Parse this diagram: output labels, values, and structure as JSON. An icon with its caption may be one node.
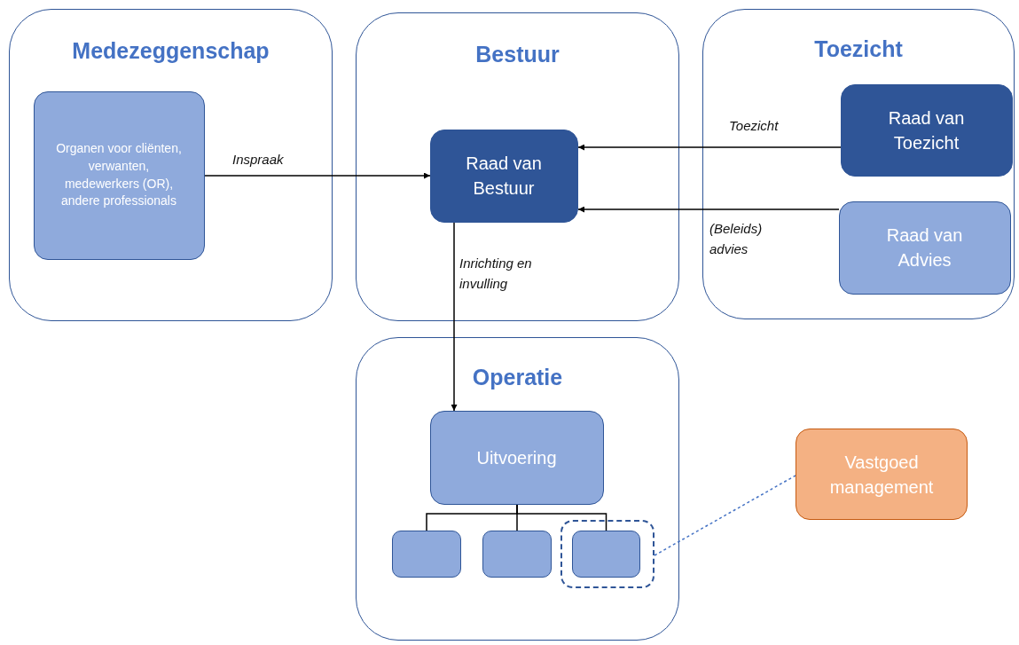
{
  "diagram": {
    "nodes": [
      {
        "text": [
          "Medezeggenschap"
        ]
      },
      {
        "text": [
          "Organen voor cliënten, verwanten, medewerkers (OR), andere professionals"
        ],
        "in": 0
      },
      {
        "text": [
          "Bestuur"
        ]
      },
      {
        "text": [
          "Raad van Bestuur"
        ],
        "in": 2
      },
      {
        "text": [
          "Toezicht"
        ]
      },
      {
        "text": [
          "Raad van Toezicht"
        ],
        "in": 4
      },
      {
        "text": [
          "Raad van Advies"
        ],
        "in": 4
      },
      {
        "text": [
          "Operatie"
        ]
      },
      {
        "text": [
          "Uitvoering"
        ],
        "in": 7
      },
      {
        "text": [],
        "shape": "box",
        "in": 7
      },
      {
        "text": [],
        "shape": "box",
        "in": 7
      },
      {
        "text": [],
        "shape": "box",
        "in": 7
      },
      {
        "text": [],
        "shape": "box",
        "in": 11
      },
      {
        "text": [
          "Vastgoed management"
        ]
      }
    ],
    "edges": [
      {
        "from": 1,
        "to": 3,
        "arrow": "to",
        "label": "Inspraak"
      },
      {
        "from": 5,
        "to": 3,
        "arrow": "to",
        "label": "Toezicht"
      },
      {
        "from": 6,
        "to": 3,
        "arrow": "to",
        "label": "(Beleids) advies"
      },
      {
        "from": 3,
        "to": 8,
        "arrow": "to",
        "label": "Inrichting en invulling"
      },
      {
        "from": 8,
        "to": 9,
        "arrow": "none"
      },
      {
        "from": 8,
        "to": 10,
        "arrow": "none"
      },
      {
        "from": 8,
        "to": 12,
        "arrow": "none"
      },
      {
        "from": 11,
        "to": 13,
        "arrow": "none",
        "style": "dashed",
        "color": "#4472c4"
      }
    ]
  }
}
